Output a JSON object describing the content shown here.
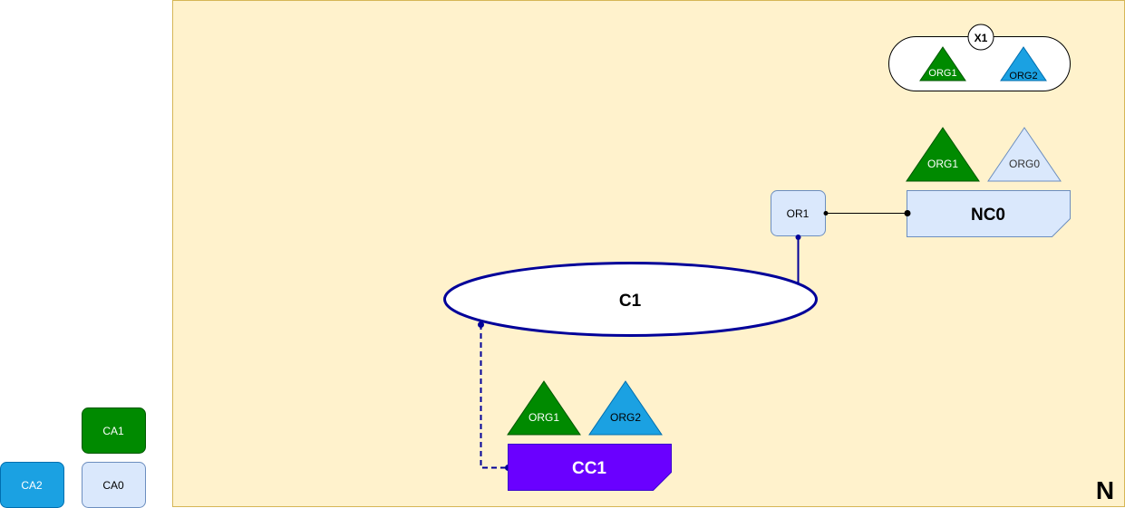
{
  "network": {
    "label": "N",
    "fill": "#fff2cc",
    "stroke": "#d6b656"
  },
  "consortium": {
    "label": "X1",
    "members": [
      "ORG1",
      "ORG2"
    ]
  },
  "channel": {
    "label": "C1",
    "stroke": "#000099"
  },
  "orderer": {
    "label": "OR1",
    "fill": "#dae8fc",
    "stroke": "#6c8ebf"
  },
  "network_config": {
    "label": "NC0",
    "orgs": [
      "ORG1",
      "ORG0"
    ],
    "fill": "#dae8fc"
  },
  "channel_config": {
    "label": "CC1",
    "orgs": [
      "ORG1",
      "ORG2"
    ],
    "fill": "#6a00ff"
  },
  "cas": [
    {
      "label": "CA1",
      "fill": "#008a00",
      "text_color": "#ffffff"
    },
    {
      "label": "CA2",
      "fill": "#1ba1e2",
      "text_color": "#ffffff"
    },
    {
      "label": "CA0",
      "fill": "#dae8fc",
      "text_color": "#000000"
    }
  ],
  "org_colors": {
    "ORG0": "#dae8fc",
    "ORG1": "#008a00",
    "ORG2": "#1ba1e2"
  }
}
